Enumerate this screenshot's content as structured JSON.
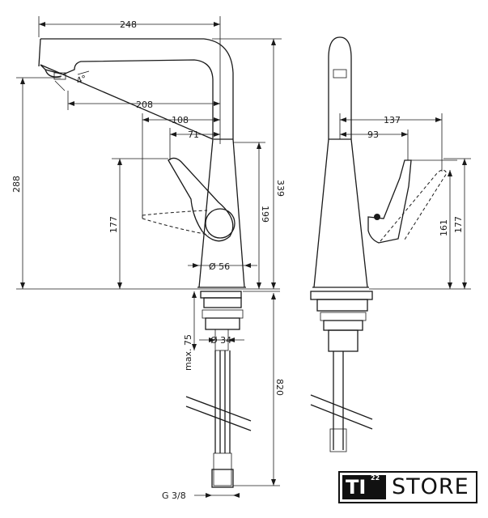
{
  "dimensions": {
    "spout_reach_total": "248",
    "spout_angle": "4°",
    "spout_reach": "208",
    "lever_reach": "108",
    "lever_offset": "71",
    "height_total": "339",
    "height_to_spout": "288",
    "lever_height_left": "177",
    "lever_travel_height": "199",
    "body_diameter": "Ø 56",
    "max_thickness": "max. 75",
    "shank_diameter": "Ø 34",
    "hose_length": "820",
    "connection_thread": "G 3/8",
    "side_lever_reach": "137",
    "side_lever_offset": "93",
    "side_height_161": "161",
    "side_height_177": "177"
  },
  "logo": {
    "mark": "TI",
    "superscript": "22",
    "text": "STORE"
  }
}
